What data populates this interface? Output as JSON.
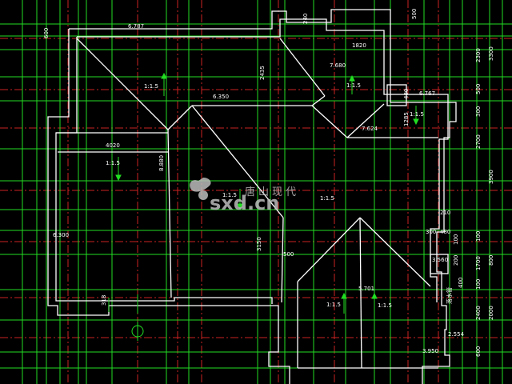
{
  "colors": {
    "background": "#000000",
    "axis": "#cc2222",
    "dimension": "#22dd22",
    "wall": "#ffffff",
    "annotation": "#ffffff",
    "watermark": "#bdbdbd"
  },
  "labels": {
    "dim_top_600": "600",
    "dim_top_500": "500",
    "dim_top_240": "240",
    "elev_6787_top": "6.787",
    "dim_1820": "1820",
    "elev_7680": "7.680",
    "slope_1": "1:1.5",
    "slope_2": "1:1.5",
    "slope_3": "1:1.5",
    "slope_4": "1:1.5",
    "slope_5": "1:1.5",
    "slope_6": "1:1.5",
    "slope_7": "1:1.5",
    "slope_8": "1:1.5",
    "dim_2435": "2435",
    "elev_6350": "6.350",
    "dim_480": "480",
    "elev_6767_right": "6.767",
    "dim_1285": "1285",
    "elev_7624": "7.624",
    "dim_4020": "4020",
    "elev_8880": "8.880",
    "elev_6300": "6.300",
    "dim_3150": "3150",
    "dim_500_mid": "500",
    "elev_5701": "5.701",
    "dim_210": "210",
    "dim_300": "300",
    "dim_480_right": "480",
    "elev_3560": "3.560",
    "elev_2554": "2.554",
    "elev_3950": "3.950",
    "right_2300": "2300",
    "right_500": "500",
    "right_300": "300",
    "right_2700": "2700",
    "right_3300": "3300",
    "right_3900": "3900",
    "right_100a": "100",
    "right_1700": "1700",
    "right_100b": "100",
    "right_2400": "2400",
    "right_600": "600",
    "right_800": "800",
    "right_2000": "2000",
    "dim_318": "318",
    "dim_200": "200",
    "small_100": "100",
    "small_400": "400",
    "note_drain": "落水管"
  },
  "watermark": {
    "brand_cn": "唐山现代",
    "brand_domain": "sxd.cn"
  }
}
